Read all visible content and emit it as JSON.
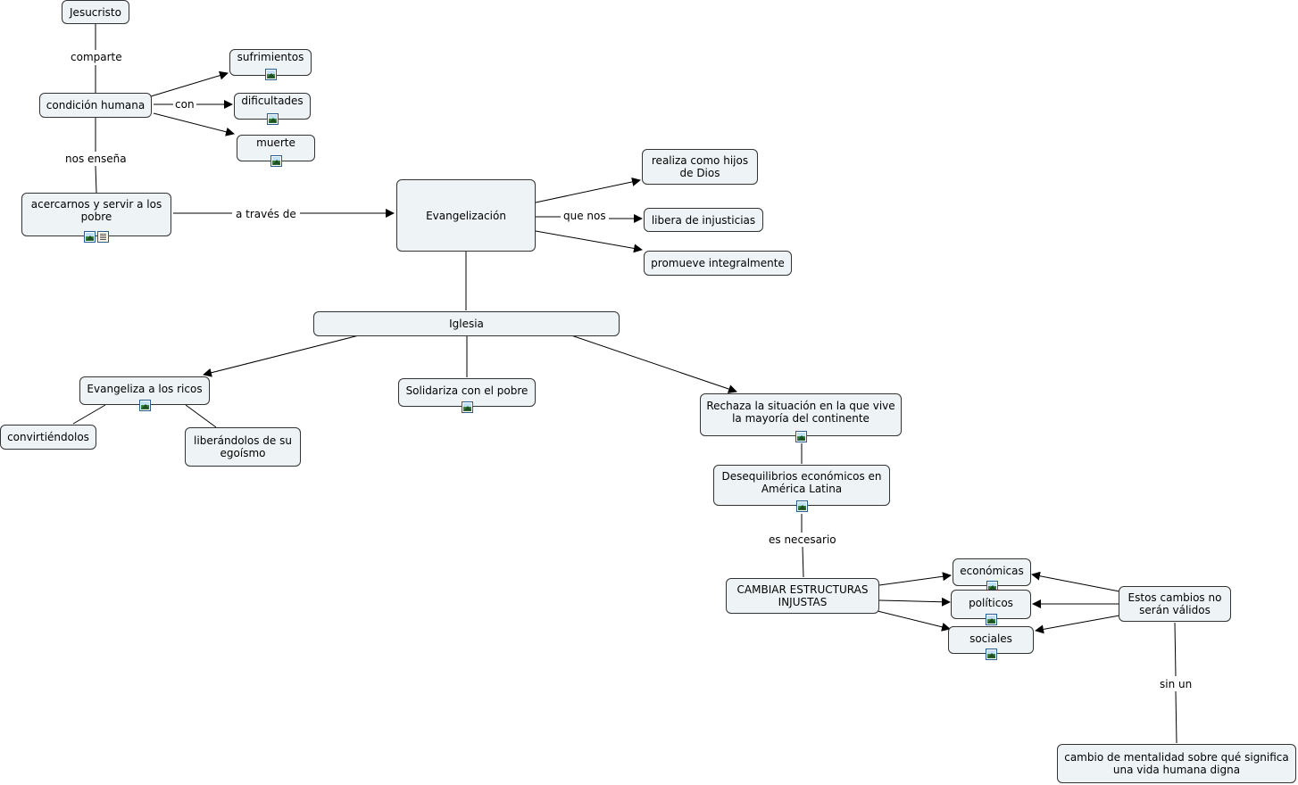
{
  "nodes": {
    "jesucristo": "Jesucristo",
    "condicion_humana": "condición humana",
    "sufrimientos": "sufrimientos",
    "dificultades": "dificultades",
    "muerte": "muerte",
    "acercarnos": "acercarnos y servir a los pobre",
    "evangelizacion": "Evangelización",
    "realiza": "realiza como hijos de Dios",
    "libera": "libera de injusticias",
    "promueve": "promueve integralmente",
    "iglesia": "Iglesia",
    "evangeliza_ricos": "Evangeliza a los ricos",
    "solidariza": "Solidariza con el pobre",
    "rechaza": "Rechaza la situación en la que vive la mayoría del continente",
    "convirtiendolos": "convirtiéndolos",
    "liberandolos": "liberándolos de su egoísmo",
    "desequilibrios": "Desequilibrios económicos en América Latina",
    "cambiar": "CAMBIAR ESTRUCTURAS INJUSTAS",
    "economicas": "económicas",
    "politicos": "políticos",
    "sociales": "sociales",
    "estos_cambios": "Estos cambios no serán válidos",
    "cambio_mentalidad": "cambio de mentalidad sobre qué significa una vida humana digna"
  },
  "links": {
    "comparte": "comparte",
    "con": "con",
    "nos_ensena": "nos enseña",
    "a_traves_de": "a través de",
    "que_nos": "que nos",
    "es_necesario": "es necesario",
    "sin_un": "sin un"
  },
  "colors": {
    "node_fill": "#eef3f6",
    "node_border": "#333333",
    "line": "#000000"
  },
  "icons": [
    "image-resource-icon",
    "document-resource-icon"
  ]
}
